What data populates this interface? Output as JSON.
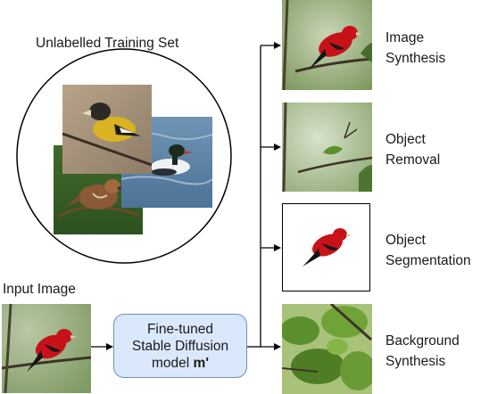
{
  "training_set": {
    "title": "Unlabelled Training Set",
    "images": [
      "bird-grosbeak-photo",
      "bird-merganser-photo",
      "bird-wren-photo"
    ]
  },
  "input": {
    "label": "Input Image"
  },
  "model": {
    "line1": "Fine-tuned",
    "line2": "Stable Diffusion",
    "line3_prefix": "model ",
    "line3_bold": "m'"
  },
  "outputs": [
    {
      "label": "Image\nSynthesis"
    },
    {
      "label": "Object\nRemoval"
    },
    {
      "label": "Object\nSegmentation"
    },
    {
      "label": "Background\nSynthesis"
    }
  ],
  "colors": {
    "model_fill": "#dae8fc",
    "model_border": "#6c8ebf",
    "bird_red": "#c8121a",
    "foliage_green": "#5c8f2e"
  }
}
